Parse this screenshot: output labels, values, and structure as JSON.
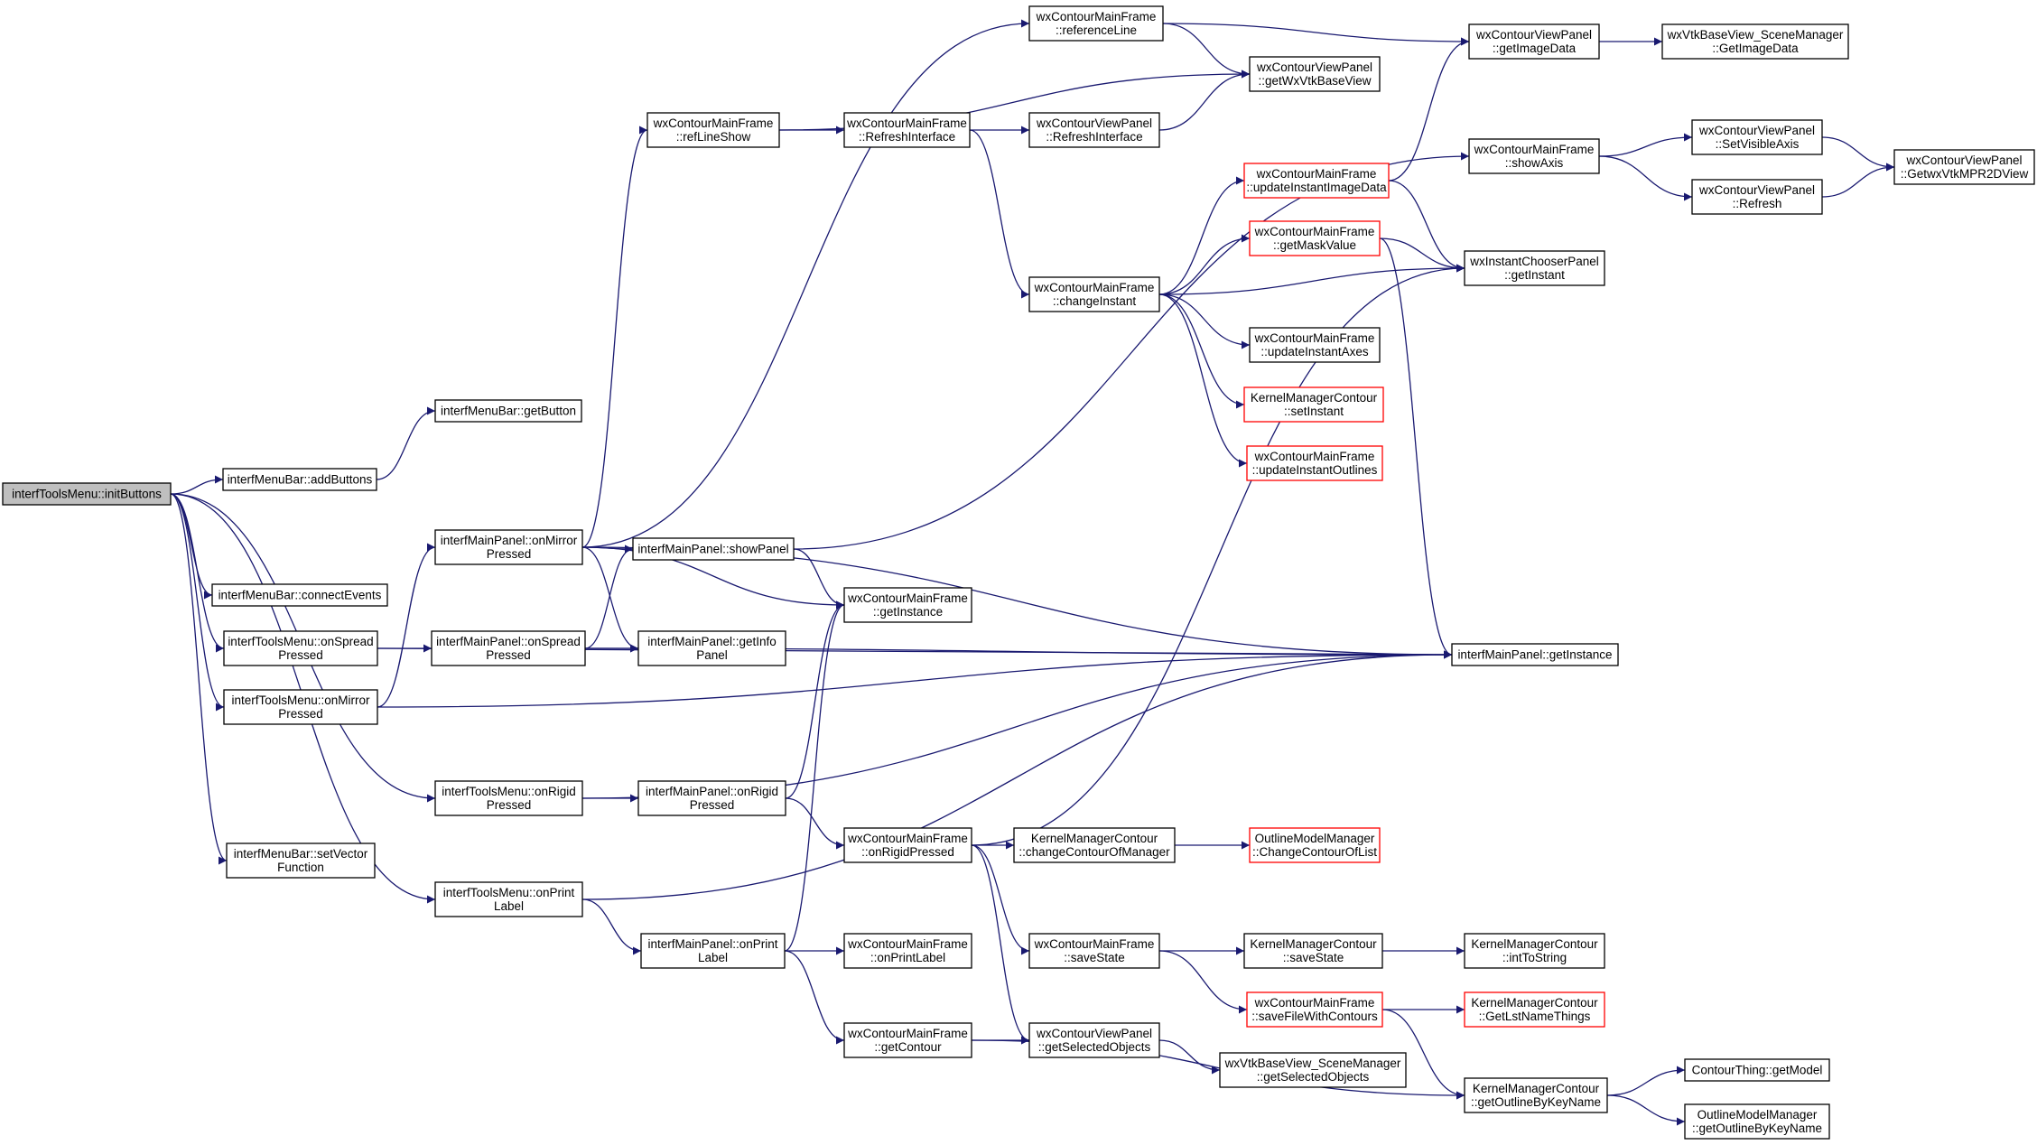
{
  "colors": {
    "edge": "#191970",
    "node_border": "#000000",
    "node_border_truncated": "#ff0000",
    "root_fill": "#bfbfbf",
    "node_fill": "#ffffff"
  },
  "nodes": [
    {
      "id": "initButtons",
      "lines": [
        "interfToolsMenu::initButtons"
      ],
      "root": true
    },
    {
      "id": "addButtons",
      "lines": [
        "interfMenuBar::addButtons"
      ]
    },
    {
      "id": "getButton",
      "lines": [
        "interfMenuBar::getButton"
      ]
    },
    {
      "id": "connectEvents",
      "lines": [
        "interfMenuBar::connectEvents"
      ]
    },
    {
      "id": "tmOnSpread",
      "lines": [
        "interfToolsMenu::onSpread",
        "Pressed"
      ]
    },
    {
      "id": "tmOnMirror",
      "lines": [
        "interfToolsMenu::onMirror",
        "Pressed"
      ]
    },
    {
      "id": "tmOnRigid",
      "lines": [
        "interfToolsMenu::onRigid",
        "Pressed"
      ]
    },
    {
      "id": "setVectorFunction",
      "lines": [
        "interfMenuBar::setVector",
        "Function"
      ]
    },
    {
      "id": "tmOnPrintLabel",
      "lines": [
        "interfToolsMenu::onPrint",
        "Label"
      ]
    },
    {
      "id": "mpOnMirror",
      "lines": [
        "interfMainPanel::onMirror",
        "Pressed"
      ]
    },
    {
      "id": "mpOnSpread",
      "lines": [
        "interfMainPanel::onSpread",
        "Pressed"
      ]
    },
    {
      "id": "mpOnRigid",
      "lines": [
        "interfMainPanel::onRigid",
        "Pressed"
      ]
    },
    {
      "id": "mpOnPrintLabel",
      "lines": [
        "interfMainPanel::onPrint",
        "Label"
      ]
    },
    {
      "id": "showPanel",
      "lines": [
        "interfMainPanel::showPanel"
      ]
    },
    {
      "id": "getInfoPanel",
      "lines": [
        "interfMainPanel::getInfo",
        "Panel"
      ]
    },
    {
      "id": "refLineShow",
      "lines": [
        "wxContourMainFrame",
        "::refLineShow"
      ]
    },
    {
      "id": "referenceLine",
      "lines": [
        "wxContourMainFrame",
        "::referenceLine"
      ]
    },
    {
      "id": "mfRefresh",
      "lines": [
        "wxContourMainFrame",
        "::RefreshInterface"
      ]
    },
    {
      "id": "vpRefresh",
      "lines": [
        "wxContourViewPanel",
        "::RefreshInterface"
      ]
    },
    {
      "id": "mfGetInstance",
      "lines": [
        "wxContourMainFrame",
        "::getInstance"
      ]
    },
    {
      "id": "changeInstant",
      "lines": [
        "wxContourMainFrame",
        "::changeInstant"
      ]
    },
    {
      "id": "onRigidPressed",
      "lines": [
        "wxContourMainFrame",
        "::onRigidPressed"
      ]
    },
    {
      "id": "mfOnPrintLabel",
      "lines": [
        "wxContourMainFrame",
        "::onPrintLabel"
      ]
    },
    {
      "id": "mfGetContour",
      "lines": [
        "wxContourMainFrame",
        "::getContour"
      ]
    },
    {
      "id": "mfSaveState",
      "lines": [
        "wxContourMainFrame",
        "::saveState"
      ]
    },
    {
      "id": "kmChangeContour",
      "lines": [
        "KernelManagerContour",
        "::changeContourOfManager"
      ]
    },
    {
      "id": "getSelectedObjects",
      "lines": [
        "wxContourViewPanel",
        "::getSelectedObjects"
      ]
    },
    {
      "id": "sceneGetSelected",
      "lines": [
        "wxVtkBaseView_SceneManager",
        "::getSelectedObjects"
      ]
    },
    {
      "id": "getWxVtkBaseView",
      "lines": [
        "wxContourViewPanel",
        "::getWxVtkBaseView"
      ]
    },
    {
      "id": "updateInstantImageData",
      "lines": [
        "wxContourMainFrame",
        "::updateInstantImageData"
      ],
      "truncated": true
    },
    {
      "id": "getMaskValue",
      "lines": [
        "wxContourMainFrame",
        "::getMaskValue"
      ],
      "truncated": true
    },
    {
      "id": "updateInstantAxes",
      "lines": [
        "wxContourMainFrame",
        "::updateInstantAxes"
      ]
    },
    {
      "id": "kmSetInstant",
      "lines": [
        "KernelManagerContour",
        "::setInstant"
      ],
      "truncated": true
    },
    {
      "id": "updateInstantOutlines",
      "lines": [
        "wxContourMainFrame",
        "::updateInstantOutlines"
      ],
      "truncated": true
    },
    {
      "id": "omChangeContour",
      "lines": [
        "OutlineModelManager",
        "::ChangeContourOfList"
      ],
      "truncated": true
    },
    {
      "id": "kmSaveState",
      "lines": [
        "KernelManagerContour",
        "::saveState"
      ]
    },
    {
      "id": "saveFileWithContours",
      "lines": [
        "wxContourMainFrame",
        "::saveFileWithContours"
      ],
      "truncated": true
    },
    {
      "id": "vpGetImageData",
      "lines": [
        "wxContourViewPanel",
        "::getImageData"
      ]
    },
    {
      "id": "showAxis",
      "lines": [
        "wxContourMainFrame",
        "::showAxis"
      ]
    },
    {
      "id": "icGetInstant",
      "lines": [
        "wxInstantChooserPanel",
        "::getInstant"
      ]
    },
    {
      "id": "mpGetInstance",
      "lines": [
        "interfMainPanel::getInstance"
      ]
    },
    {
      "id": "intToString",
      "lines": [
        "KernelManagerContour",
        "::intToString"
      ]
    },
    {
      "id": "getLstNameThings",
      "lines": [
        "KernelManagerContour",
        "::GetLstNameThings"
      ],
      "truncated": true
    },
    {
      "id": "getOutlineByKeyName",
      "lines": [
        "KernelManagerContour",
        "::getOutlineByKeyName"
      ]
    },
    {
      "id": "sceneGetImageData",
      "lines": [
        "wxVtkBaseView_SceneManager",
        "::GetImageData"
      ]
    },
    {
      "id": "setVisibleAxis",
      "lines": [
        "wxContourViewPanel",
        "::SetVisibleAxis"
      ]
    },
    {
      "id": "vpRefreshSimple",
      "lines": [
        "wxContourViewPanel",
        "::Refresh"
      ]
    },
    {
      "id": "getWxVtkMPR2DView",
      "lines": [
        "wxContourViewPanel",
        "::GetwxVtkMPR2DView"
      ]
    },
    {
      "id": "getModel",
      "lines": [
        "ContourThing::getModel"
      ]
    },
    {
      "id": "omGetOutlineByKeyName",
      "lines": [
        "OutlineModelManager",
        "::getOutlineByKeyName"
      ]
    }
  ],
  "edges": [
    [
      "initButtons",
      "addButtons"
    ],
    [
      "initButtons",
      "connectEvents"
    ],
    [
      "initButtons",
      "tmOnSpread"
    ],
    [
      "initButtons",
      "tmOnMirror"
    ],
    [
      "initButtons",
      "tmOnRigid"
    ],
    [
      "initButtons",
      "setVectorFunction"
    ],
    [
      "initButtons",
      "tmOnPrintLabel"
    ],
    [
      "addButtons",
      "getButton"
    ],
    [
      "tmOnSpread",
      "mpOnSpread"
    ],
    [
      "tmOnSpread",
      "mpGetInstance"
    ],
    [
      "tmOnMirror",
      "mpOnMirror"
    ],
    [
      "tmOnMirror",
      "mpGetInstance"
    ],
    [
      "tmOnRigid",
      "mpOnRigid"
    ],
    [
      "tmOnRigid",
      "mpGetInstance"
    ],
    [
      "tmOnPrintLabel",
      "mpOnPrintLabel"
    ],
    [
      "tmOnPrintLabel",
      "mpGetInstance"
    ],
    [
      "mpOnMirror",
      "refLineShow"
    ],
    [
      "mpOnMirror",
      "referenceLine"
    ],
    [
      "mpOnMirror",
      "showPanel"
    ],
    [
      "mpOnMirror",
      "getInfoPanel"
    ],
    [
      "mpOnMirror",
      "mfGetInstance"
    ],
    [
      "mpOnMirror",
      "mpGetInstance"
    ],
    [
      "mpOnSpread",
      "showPanel"
    ],
    [
      "mpOnSpread",
      "getInfoPanel"
    ],
    [
      "mpOnSpread",
      "mpGetInstance"
    ],
    [
      "mpOnRigid",
      "mfGetInstance"
    ],
    [
      "mpOnRigid",
      "onRigidPressed"
    ],
    [
      "mpOnPrintLabel",
      "mfGetInstance"
    ],
    [
      "mpOnPrintLabel",
      "mfOnPrintLabel"
    ],
    [
      "mpOnPrintLabel",
      "mfGetContour"
    ],
    [
      "showPanel",
      "showAxis"
    ],
    [
      "showPanel",
      "mfGetInstance"
    ],
    [
      "refLineShow",
      "mfRefresh"
    ],
    [
      "refLineShow",
      "getWxVtkBaseView"
    ],
    [
      "referenceLine",
      "getWxVtkBaseView"
    ],
    [
      "referenceLine",
      "vpGetImageData"
    ],
    [
      "mfRefresh",
      "vpRefresh"
    ],
    [
      "mfRefresh",
      "changeInstant"
    ],
    [
      "vpRefresh",
      "getWxVtkBaseView"
    ],
    [
      "changeInstant",
      "updateInstantImageData"
    ],
    [
      "changeInstant",
      "getMaskValue"
    ],
    [
      "changeInstant",
      "icGetInstant"
    ],
    [
      "changeInstant",
      "updateInstantAxes"
    ],
    [
      "changeInstant",
      "kmSetInstant"
    ],
    [
      "changeInstant",
      "updateInstantOutlines"
    ],
    [
      "updateInstantImageData",
      "vpGetImageData"
    ],
    [
      "updateInstantImageData",
      "icGetInstant"
    ],
    [
      "getMaskValue",
      "icGetInstant"
    ],
    [
      "getMaskValue",
      "mpGetInstance"
    ],
    [
      "vpGetImageData",
      "sceneGetImageData"
    ],
    [
      "showAxis",
      "setVisibleAxis"
    ],
    [
      "showAxis",
      "vpRefreshSimple"
    ],
    [
      "setVisibleAxis",
      "getWxVtkMPR2DView"
    ],
    [
      "vpRefreshSimple",
      "getWxVtkMPR2DView"
    ],
    [
      "onRigidPressed",
      "icGetInstant"
    ],
    [
      "onRigidPressed",
      "kmChangeContour"
    ],
    [
      "onRigidPressed",
      "mfSaveState"
    ],
    [
      "onRigidPressed",
      "getSelectedObjects"
    ],
    [
      "kmChangeContour",
      "omChangeContour"
    ],
    [
      "mfSaveState",
      "kmSaveState"
    ],
    [
      "mfSaveState",
      "saveFileWithContours"
    ],
    [
      "kmSaveState",
      "intToString"
    ],
    [
      "saveFileWithContours",
      "getLstNameThings"
    ],
    [
      "saveFileWithContours",
      "getOutlineByKeyName"
    ],
    [
      "mfGetContour",
      "getSelectedObjects"
    ],
    [
      "mfGetContour",
      "getOutlineByKeyName"
    ],
    [
      "getSelectedObjects",
      "sceneGetSelected"
    ],
    [
      "getOutlineByKeyName",
      "getModel"
    ],
    [
      "getOutlineByKeyName",
      "omGetOutlineByKeyName"
    ]
  ]
}
